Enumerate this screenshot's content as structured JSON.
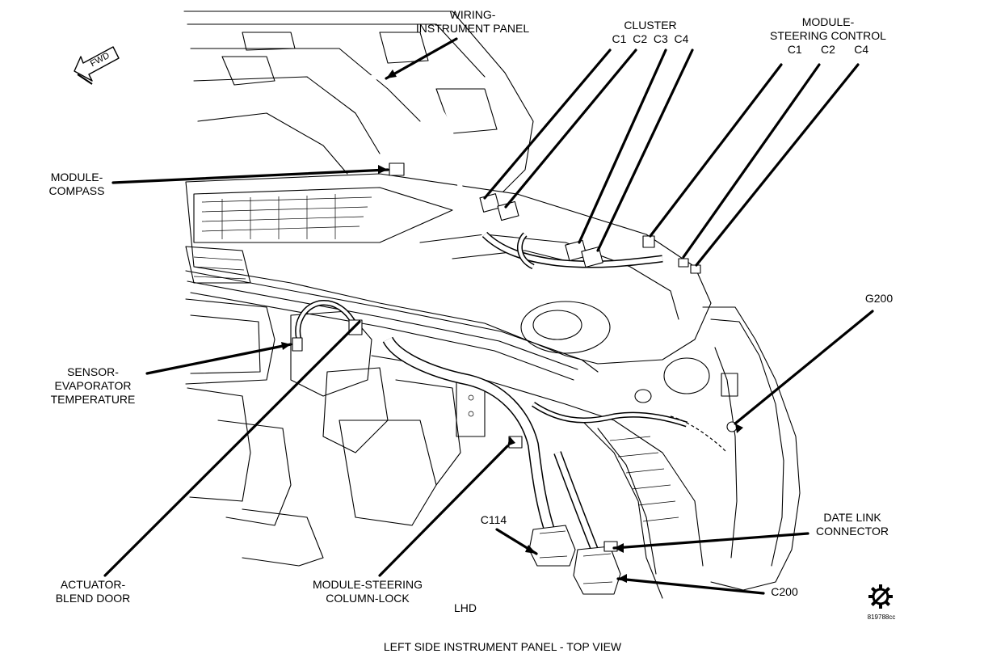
{
  "labels": {
    "wiring_instrument_panel": [
      "WIRING-",
      "INSTRUMENT PANEL"
    ],
    "cluster": {
      "title": "CLUSTER",
      "connectors": "C1  C2  C3  C4"
    },
    "module_steering_control": {
      "title": [
        "MODULE-",
        "STEERING CONTROL"
      ],
      "connectors": "C1      C2      C4"
    },
    "module_compass": [
      "MODULE-",
      "COMPASS"
    ],
    "g200": "G200",
    "sensor_evaporator_temperature": [
      "SENSOR-",
      "EVAPORATOR",
      "TEMPERATURE"
    ],
    "c114": "C114",
    "date_link_connector": [
      "DATE LINK",
      "CONNECTOR"
    ],
    "actuator_blend_door": [
      "ACTUATOR-",
      "BLEND DOOR"
    ],
    "module_steering_column_lock": [
      "MODULE-STEERING",
      "COLUMN-LOCK"
    ],
    "lhd": "LHD",
    "c200": "C200",
    "fwd": "FWD",
    "image_id": "819788cc"
  },
  "caption": "LEFT SIDE INSTRUMENT PANEL  - TOP VIEW"
}
